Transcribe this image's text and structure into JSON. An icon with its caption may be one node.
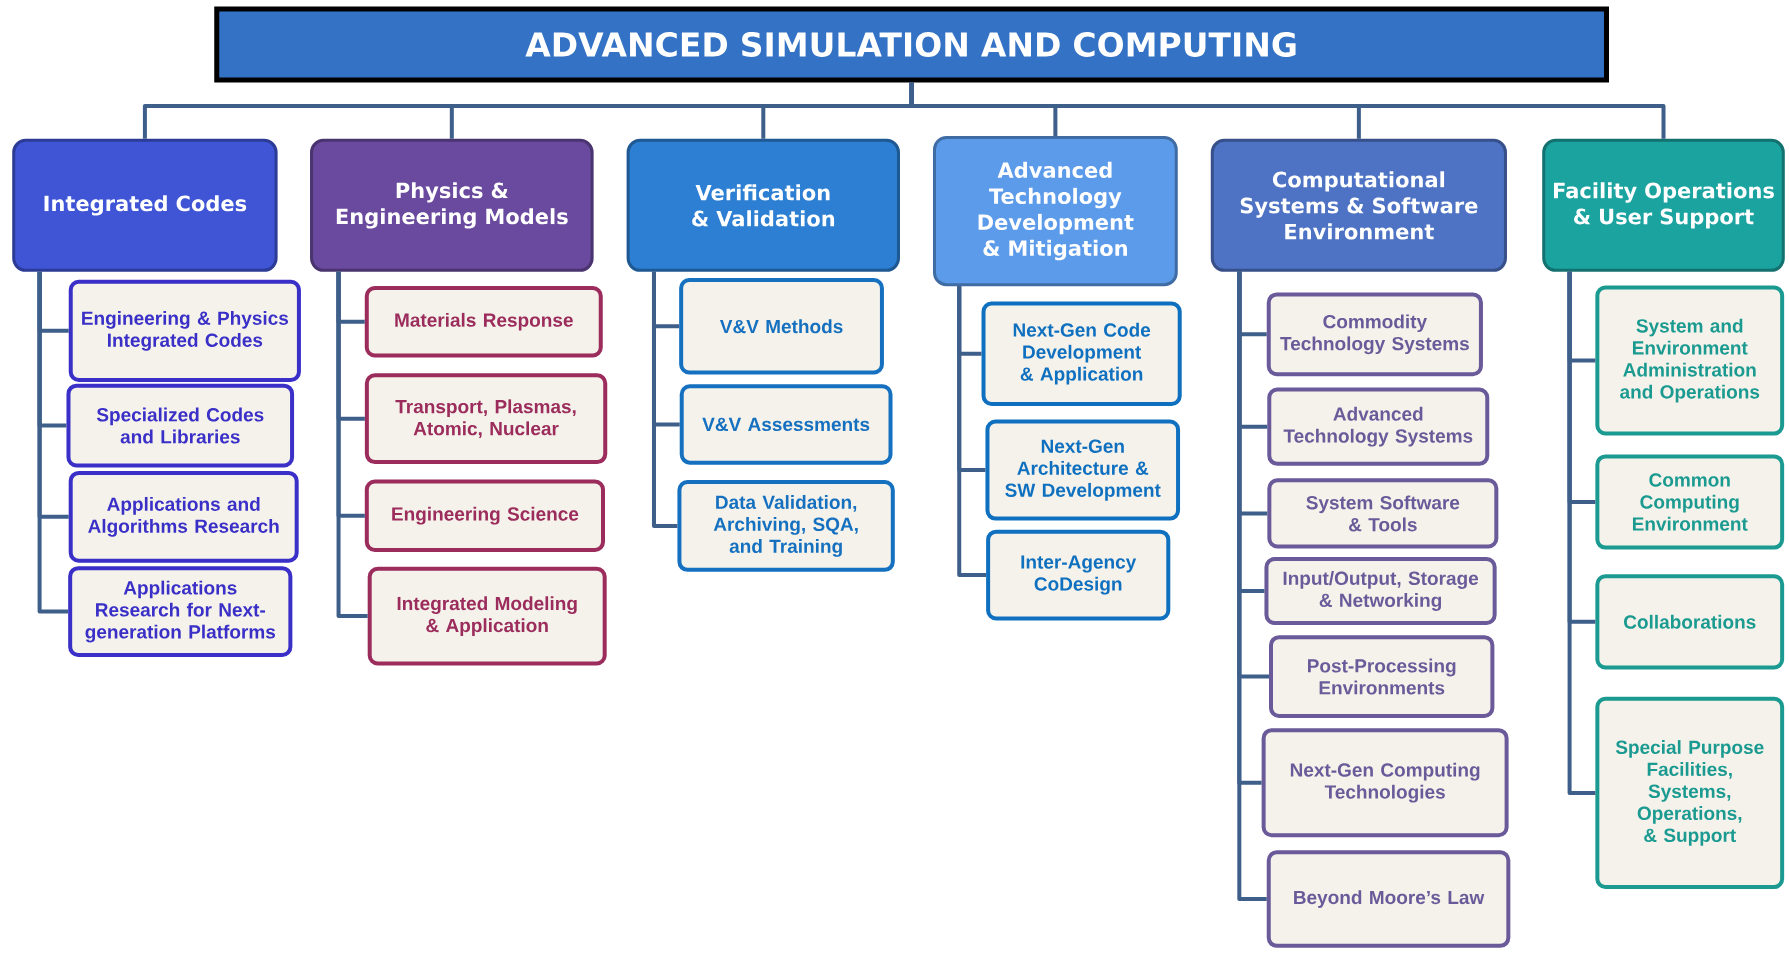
{
  "diagram": {
    "nodes": [
      {
        "text": [
          "ADVANCED SIMULATION AND COMPUTING"
        ]
      },
      {
        "text": [
          "Integrated Codes"
        ]
      },
      {
        "text": [
          "Physics & Engineering Models"
        ]
      },
      {
        "text": [
          "Verification & Validation"
        ]
      },
      {
        "text": [
          "Advanced Technology Development & Mitigation"
        ]
      },
      {
        "text": [
          "Computational Systems & Software Environment"
        ]
      },
      {
        "text": [
          "Facility Operations & User Support"
        ]
      },
      {
        "text": [
          "Engineering & Physics Integrated Codes"
        ]
      },
      {
        "text": [
          "Specialized Codes and Libraries"
        ]
      },
      {
        "text": [
          "Applications and Algorithms Research"
        ]
      },
      {
        "text": [
          "Applications Research for Next-generation Platforms"
        ]
      },
      {
        "text": [
          "Materials Response"
        ]
      },
      {
        "text": [
          "Transport, Plasmas, Atomic, Nuclear"
        ]
      },
      {
        "text": [
          "Engineering Science"
        ]
      },
      {
        "text": [
          "Integrated Modeling & Application"
        ]
      },
      {
        "text": [
          "V&V Methods"
        ]
      },
      {
        "text": [
          "V&V Assessments"
        ]
      },
      {
        "text": [
          "Data Validation, Archiving, SQA, and Training"
        ]
      },
      {
        "text": [
          "Next-Gen Code Development & Application"
        ]
      },
      {
        "text": [
          "Next-Gen Architecture & SW Development"
        ]
      },
      {
        "text": [
          "Inter-Agency CoDesign"
        ]
      },
      {
        "text": [
          "Commodity Technology Systems"
        ]
      },
      {
        "text": [
          "Advanced Technology Systems"
        ]
      },
      {
        "text": [
          "System Software & Tools"
        ]
      },
      {
        "text": [
          "Input/Output, Storage & Networking"
        ]
      },
      {
        "text": [
          "Post-Processing Environments"
        ]
      },
      {
        "text": [
          "Next-Gen Computing Technologies"
        ]
      },
      {
        "text": [
          "Beyond Moore’s Law"
        ]
      },
      {
        "text": [
          "System and Environment Administration and Operations"
        ]
      },
      {
        "text": [
          "Common Computing Environment"
        ]
      },
      {
        "text": [
          "Collaborations"
        ]
      },
      {
        "text": [
          "Special Purpose Facilities, Systems, Operations, & Support"
        ]
      }
    ],
    "edges": [
      {
        "from": 0,
        "to": 1,
        "arrow": "none"
      },
      {
        "from": 0,
        "to": 2,
        "arrow": "none"
      },
      {
        "from": 0,
        "to": 3,
        "arrow": "none"
      },
      {
        "from": 0,
        "to": 4,
        "arrow": "none"
      },
      {
        "from": 0,
        "to": 5,
        "arrow": "none"
      },
      {
        "from": 0,
        "to": 6,
        "arrow": "none"
      },
      {
        "from": 1,
        "to": 7,
        "arrow": "none"
      },
      {
        "from": 1,
        "to": 8,
        "arrow": "none"
      },
      {
        "from": 1,
        "to": 9,
        "arrow": "none"
      },
      {
        "from": 1,
        "to": 10,
        "arrow": "none"
      },
      {
        "from": 2,
        "to": 11,
        "arrow": "none"
      },
      {
        "from": 2,
        "to": 12,
        "arrow": "none"
      },
      {
        "from": 2,
        "to": 13,
        "arrow": "none"
      },
      {
        "from": 2,
        "to": 14,
        "arrow": "none"
      },
      {
        "from": 3,
        "to": 15,
        "arrow": "none"
      },
      {
        "from": 3,
        "to": 16,
        "arrow": "none"
      },
      {
        "from": 3,
        "to": 17,
        "arrow": "none"
      },
      {
        "from": 4,
        "to": 18,
        "arrow": "none"
      },
      {
        "from": 4,
        "to": 19,
        "arrow": "none"
      },
      {
        "from": 4,
        "to": 20,
        "arrow": "none"
      },
      {
        "from": 5,
        "to": 21,
        "arrow": "none"
      },
      {
        "from": 5,
        "to": 22,
        "arrow": "none"
      },
      {
        "from": 5,
        "to": 23,
        "arrow": "none"
      },
      {
        "from": 5,
        "to": 24,
        "arrow": "none"
      },
      {
        "from": 5,
        "to": 25,
        "arrow": "none"
      },
      {
        "from": 5,
        "to": 26,
        "arrow": "none"
      },
      {
        "from": 5,
        "to": 27,
        "arrow": "none"
      },
      {
        "from": 6,
        "to": 28,
        "arrow": "none"
      },
      {
        "from": 6,
        "to": 29,
        "arrow": "none"
      },
      {
        "from": 6,
        "to": 30,
        "arrow": "none"
      },
      {
        "from": 6,
        "to": 31,
        "arrow": "none"
      }
    ]
  }
}
